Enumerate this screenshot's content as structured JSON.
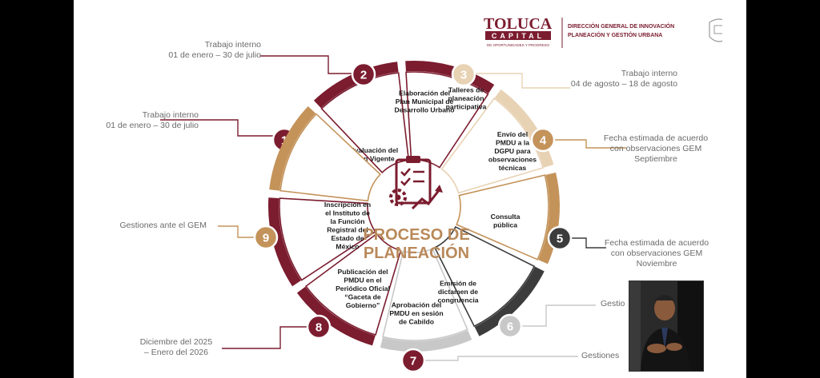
{
  "logo": {
    "brand": "TOLUCA",
    "sub": "CAPITAL",
    "tagline": "DE OPORTUNIDADES Y PROGRESO",
    "dept_line1": "DIRECCIÓN GENERAL DE INNOVACIÓN",
    "dept_line2": "PLANEACIÓN Y GESTIÓN URBANA"
  },
  "center_title": [
    "PROCESO DE",
    "PLANEACIÓN"
  ],
  "steps": [
    {
      "num": "1",
      "lines": [
        "Evaluación del",
        "Plan Vigente"
      ],
      "color": "#7b1c2f"
    },
    {
      "num": "2",
      "lines": [
        "Elaboración del",
        "Plan Municipal de",
        "Desarrollo Urbano"
      ],
      "color": "#7b1c2f"
    },
    {
      "num": "3",
      "lines": [
        "Talleres de",
        "planeación",
        "participativa"
      ],
      "color": "#e8d2b4"
    },
    {
      "num": "4",
      "lines": [
        "Envío del",
        "PMDU a la",
        "DGPU para",
        "observaciones",
        "técnicas"
      ],
      "color": "#c4935a"
    },
    {
      "num": "5",
      "lines": [
        "Consulta",
        "pública"
      ],
      "color": "#3c3c3c"
    },
    {
      "num": "6",
      "lines": [
        "Emisión de",
        "dictamen de",
        "congruencia"
      ],
      "color": "#c8c8c8"
    },
    {
      "num": "7",
      "lines": [
        "Aprobación del",
        "PMDU en sesión",
        "de Cabildo"
      ],
      "color": "#7b1c2f"
    },
    {
      "num": "8",
      "lines": [
        "Publicación del",
        "PMDU en el",
        "Periódico Oficial",
        "“Gaceta de",
        "Gobierno”"
      ],
      "color": "#7b1c2f"
    },
    {
      "num": "9",
      "lines": [
        "Inscripción en",
        "el Instituto de",
        "la Función",
        "Registral del",
        "Estado de",
        "México"
      ],
      "color": "#c4935a"
    }
  ],
  "notes": {
    "n1": [
      "Trabajo interno",
      "01 de enero – 30 de julio"
    ],
    "n2": [
      "Trabajo interno",
      "01 de enero – 30 de julio"
    ],
    "n3": [
      "Trabajo interno",
      "04 de agosto – 18 de agosto"
    ],
    "n4": [
      "Fecha estimada de acuerdo",
      "con observaciones GEM",
      "Septiembre"
    ],
    "n5": [
      "Fecha estimada de acuerdo",
      "con observaciones GEM",
      "Noviembre"
    ],
    "n6": [
      "Gestio"
    ],
    "n7": [
      "Gestiones"
    ],
    "n8": [
      "Diciembre del 2025",
      "– Enero del 2026"
    ],
    "n9": [
      "Gestiones ante el GEM"
    ]
  }
}
